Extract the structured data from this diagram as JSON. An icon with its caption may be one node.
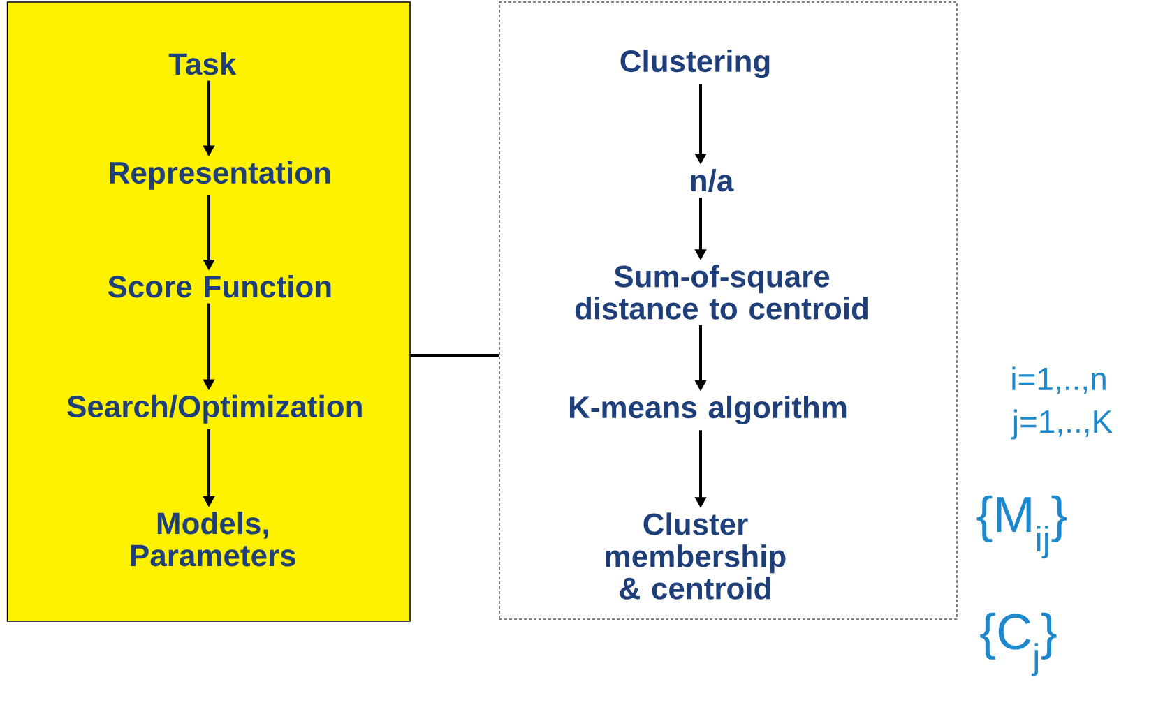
{
  "diagram": {
    "nodes": [
      {
        "text": [],
        "shape": "box"
      },
      {
        "text": [
          "Task"
        ],
        "in": 0
      },
      {
        "text": [
          "Representation"
        ],
        "in": 0
      },
      {
        "text": [
          "Score Function"
        ],
        "in": 0
      },
      {
        "text": [
          "Search/Optimization"
        ],
        "in": 0
      },
      {
        "text": [
          "Models, Parameters"
        ],
        "in": 0
      },
      {
        "text": [],
        "shape": "box"
      },
      {
        "text": [
          "Clustering"
        ],
        "in": 6
      },
      {
        "text": [
          "n/a"
        ],
        "in": 6
      },
      {
        "text": [
          "Sum-of-square distance to centroid"
        ],
        "in": 6
      },
      {
        "text": [
          "K-means algorithm"
        ],
        "in": 6
      },
      {
        "text": [
          "Cluster membership & centroid"
        ],
        "in": 6
      }
    ],
    "edges": [
      {
        "from": 1,
        "to": 2,
        "arrow": "to"
      },
      {
        "from": 2,
        "to": 3,
        "arrow": "to"
      },
      {
        "from": 3,
        "to": 4,
        "arrow": "to"
      },
      {
        "from": 4,
        "to": 5,
        "arrow": "to"
      },
      {
        "from": 7,
        "to": 8,
        "arrow": "to"
      },
      {
        "from": 8,
        "to": 9,
        "arrow": "to"
      },
      {
        "from": 9,
        "to": 10,
        "arrow": "to"
      },
      {
        "from": 10,
        "to": 11,
        "arrow": "to"
      },
      {
        "from": 0,
        "to": 6,
        "arrow": "none"
      }
    ],
    "labels": [
      "i=1,..,n",
      "j=1,..,K",
      "{M$_{ij}$}",
      "{C$_{j}$}"
    ]
  }
}
